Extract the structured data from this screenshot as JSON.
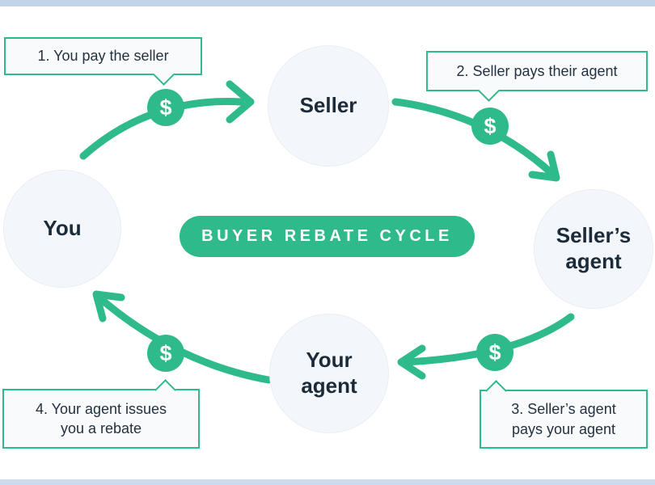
{
  "diagram": {
    "title_pill": {
      "label": "BUYER REBATE CYCLE"
    },
    "nodes": {
      "you": {
        "label": "You"
      },
      "seller": {
        "label": "Seller"
      },
      "sellers_agent": {
        "label": "Seller’s\nagent"
      },
      "your_agent": {
        "label": "Your\nagent"
      }
    },
    "steps": [
      {
        "text": "1. You pay the seller"
      },
      {
        "text": "2. Seller pays their agent"
      },
      {
        "text": "3. Seller’s agent\npays your agent"
      },
      {
        "text": "4. Your agent issues\nyou a rebate"
      }
    ],
    "money_symbol": "$",
    "colors": {
      "accent_green": "#2fba8b",
      "node_fill": "#f3f6fa",
      "node_border": "#e9edf5",
      "text_dark": "#1c2b39",
      "callout_bg": "#f8fafc",
      "top_bar": "#c3d4e9",
      "bottom_bar": "#ccdcee"
    }
  }
}
